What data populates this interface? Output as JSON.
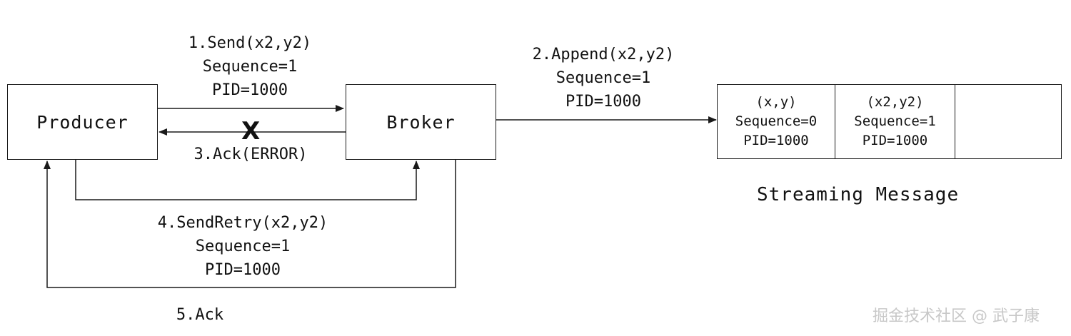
{
  "nodes": {
    "producer": "Producer",
    "broker": "Broker"
  },
  "steps": {
    "send": {
      "title": "1.Send(x2,y2)",
      "sequence": "Sequence=1",
      "pid": "PID=1000"
    },
    "append": {
      "title": "2.Append(x2,y2)",
      "sequence": "Sequence=1",
      "pid": "PID=1000"
    },
    "ack_error": {
      "title": "3.Ack(ERROR)",
      "fail_mark": "X"
    },
    "send_retry": {
      "title": "4.SendRetry(x2,y2)",
      "sequence": "Sequence=1",
      "pid": "PID=1000"
    },
    "ack": {
      "title": "5.Ack"
    }
  },
  "stream": {
    "title": "Streaming Message",
    "cells": [
      {
        "msg": "(x,y)",
        "sequence": "Sequence=0",
        "pid": "PID=1000"
      },
      {
        "msg": "(x2,y2)",
        "sequence": "Sequence=1",
        "pid": "PID=1000"
      },
      {
        "msg": "",
        "sequence": "",
        "pid": ""
      }
    ]
  },
  "watermark": "掘金技术社区 @ 武子康",
  "colors": {
    "line": "#1a1a1a",
    "watermark": "#c8c8c8"
  }
}
